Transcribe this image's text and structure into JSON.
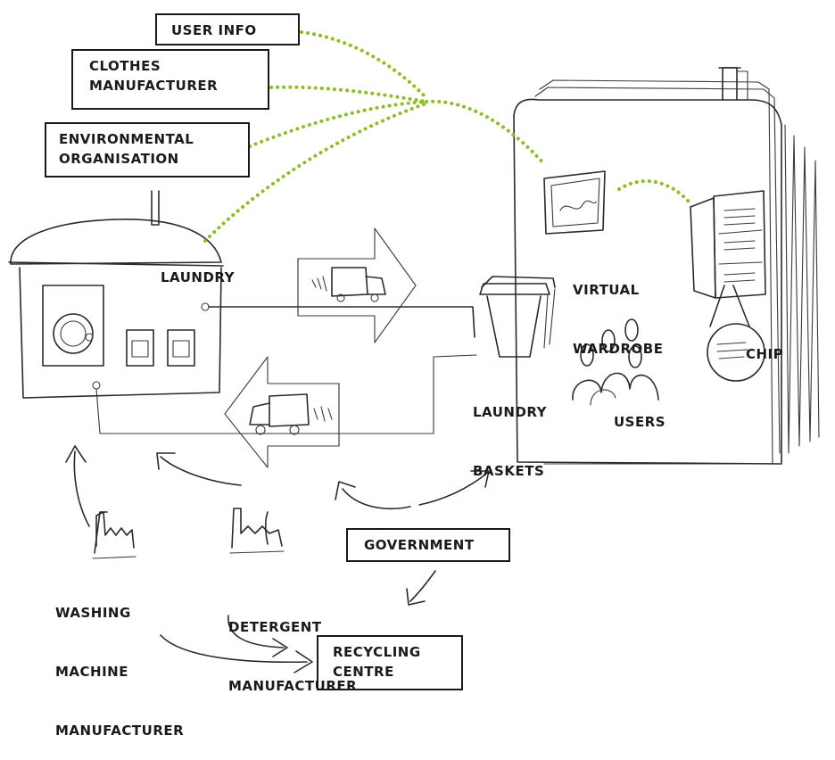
{
  "colors": {
    "link": "#8cbf26",
    "ink": "#1a1a1a",
    "background": "#ffffff"
  },
  "stakeholders": {
    "user_info": "USER INFO",
    "clothes_manufacturer": [
      "CLOTHES",
      "MANUFACTURER"
    ],
    "environmental_organisation": [
      "ENVIRONMENTAL",
      "ORGANISATION"
    ],
    "government": "GOVERNMENT",
    "recycling_centre": [
      "RECYCLING",
      "CENTRE"
    ]
  },
  "labels": {
    "laundry": "LAUNDRY",
    "virtual_wardrobe": [
      "VIRTUAL",
      "WARDROBE"
    ],
    "laundry_baskets": [
      "LAUNDRY",
      "BASKETS"
    ],
    "users": "USERS",
    "chip": "CHIP",
    "washing_machine_manufacturer": [
      "WASHING",
      "MACHINE",
      "MANUFACTURER"
    ],
    "detergent_manufacturer": [
      "DETERGENT",
      "MANUFACTURER"
    ]
  },
  "icons": [
    "laundry-building-icon",
    "apartment-building-icon",
    "delivery-truck-icon",
    "factory-icon",
    "wardrobe-icon",
    "laundry-basket-icon",
    "user-icon",
    "screen-icon",
    "chip-icon"
  ]
}
